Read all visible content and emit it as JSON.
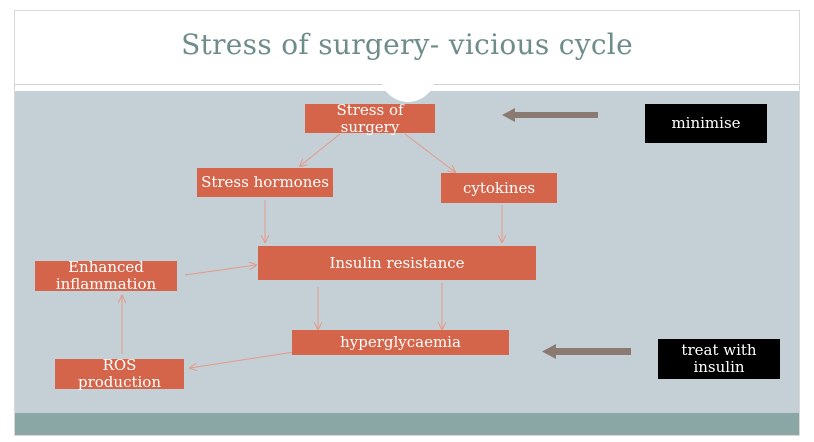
{
  "title": "Stress of surgery- vicious cycle",
  "nodes": {
    "stress_of_surgery": "Stress of surgery",
    "stress_hormones": "Stress hormones",
    "cytokines": "cytokines",
    "insulin_resistance": "Insulin resistance",
    "enhanced_inflammation": "Enhanced inflammation",
    "hyperglycaemia": "hyperglycaemia",
    "ros_production": "ROS production"
  },
  "callouts": {
    "minimise": "minimise",
    "treat_with_insulin": "treat with insulin"
  },
  "colors": {
    "node_fill": "#d4644a",
    "content_bg": "#c5d0d6",
    "footer_bg": "#8aa7a6",
    "title_text": "#6e8c8a",
    "thin_arrow": "#e39a88",
    "thick_arrow": "#8a7a72"
  }
}
